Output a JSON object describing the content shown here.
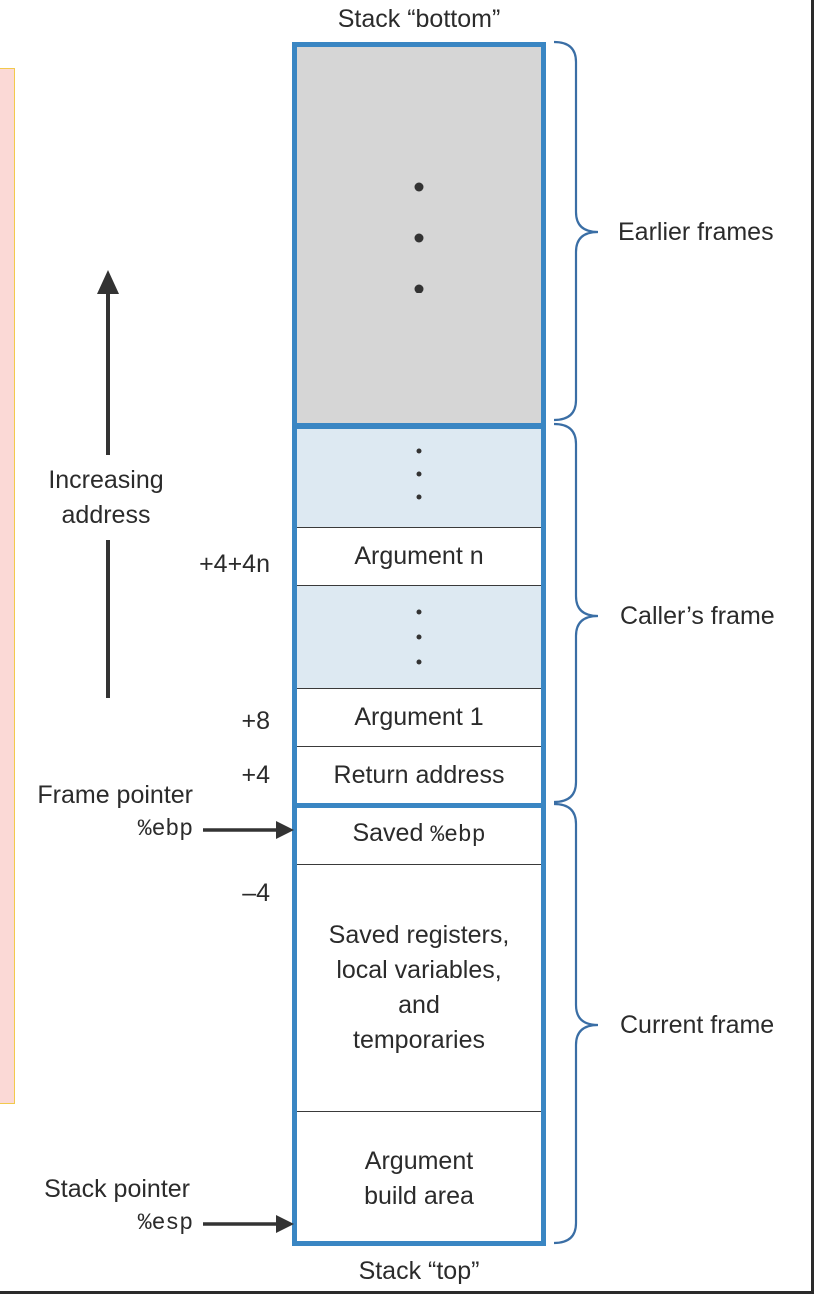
{
  "stack_bottom_label": "Stack “bottom”",
  "stack_top_label": "Stack “top”",
  "increasing_address": [
    "Increasing",
    "address"
  ],
  "offsets": {
    "arg_n": "+4+4n",
    "arg_1": "+8",
    "return": "+4",
    "local": "–4"
  },
  "pointers": {
    "frame_pointer_label": "Frame pointer",
    "frame_pointer_reg": "%ebp",
    "stack_pointer_label": "Stack pointer",
    "stack_pointer_reg": "%esp"
  },
  "cells": {
    "argument_n": "Argument n",
    "argument_1": "Argument 1",
    "return_address": "Return address",
    "saved_ebp_prefix": "Saved ",
    "saved_ebp_reg": "%ebp",
    "saved_registers": [
      "Saved registers,",
      "local variables,",
      "and",
      "temporaries"
    ],
    "argument_build": [
      "Argument",
      "build area"
    ]
  },
  "braces": {
    "earlier": "Earlier frames",
    "caller": "Caller’s frame",
    "current": "Current frame"
  },
  "colors": {
    "frame_border": "#3a86c3",
    "earlier_fill": "#d6d6d6",
    "caller_fill": "#dde9f2",
    "brace": "#3a6ea5"
  }
}
